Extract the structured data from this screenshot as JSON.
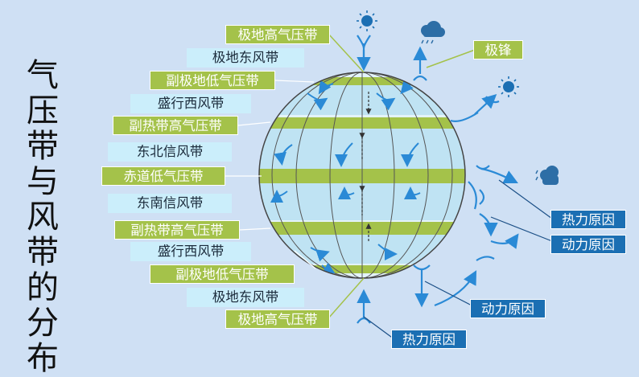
{
  "title": "气压带与风带的分布",
  "left_labels": [
    {
      "id": "polar-high-top",
      "text": "极地高气压带",
      "style": "green"
    },
    {
      "id": "polar-easterlies-top",
      "text": "极地东风带",
      "style": "light"
    },
    {
      "id": "subpolar-low-top",
      "text": "副极地低气压带",
      "style": "green"
    },
    {
      "id": "westerlies-top",
      "text": "盛行西风带",
      "style": "light"
    },
    {
      "id": "subtropical-high-top",
      "text": "副热带高气压带",
      "style": "green"
    },
    {
      "id": "ne-trades",
      "text": "东北信风带",
      "style": "light"
    },
    {
      "id": "equatorial-low",
      "text": "赤道低气压带",
      "style": "green"
    },
    {
      "id": "se-trades",
      "text": "东南信风带",
      "style": "light"
    },
    {
      "id": "subtropical-high-bottom",
      "text": "副热带高气压带",
      "style": "green"
    },
    {
      "id": "westerlies-bottom",
      "text": "盛行西风带",
      "style": "light"
    },
    {
      "id": "subpolar-low-bottom",
      "text": "副极地低气压带",
      "style": "green"
    },
    {
      "id": "polar-easterlies-bottom",
      "text": "极地东风带",
      "style": "light"
    },
    {
      "id": "polar-high-bottom",
      "text": "极地高气压带",
      "style": "green"
    }
  ],
  "right_labels": {
    "polar_front": "极锋",
    "thermal_cause_1": "热力原因",
    "dynamic_cause_1": "动力原因",
    "dynamic_cause_2": "动力原因",
    "thermal_cause_2": "热力原因"
  },
  "colors": {
    "background": "#cfe0f4",
    "pressure_belt": "#a4c24a",
    "wind_belt_label": "#cbeefb",
    "cause_box": "#1b6fb3",
    "globe_band": "#bfe3f3",
    "arrow": "#2a8ad6"
  },
  "icons": [
    "sun-icon",
    "cloud-rain-icon"
  ]
}
